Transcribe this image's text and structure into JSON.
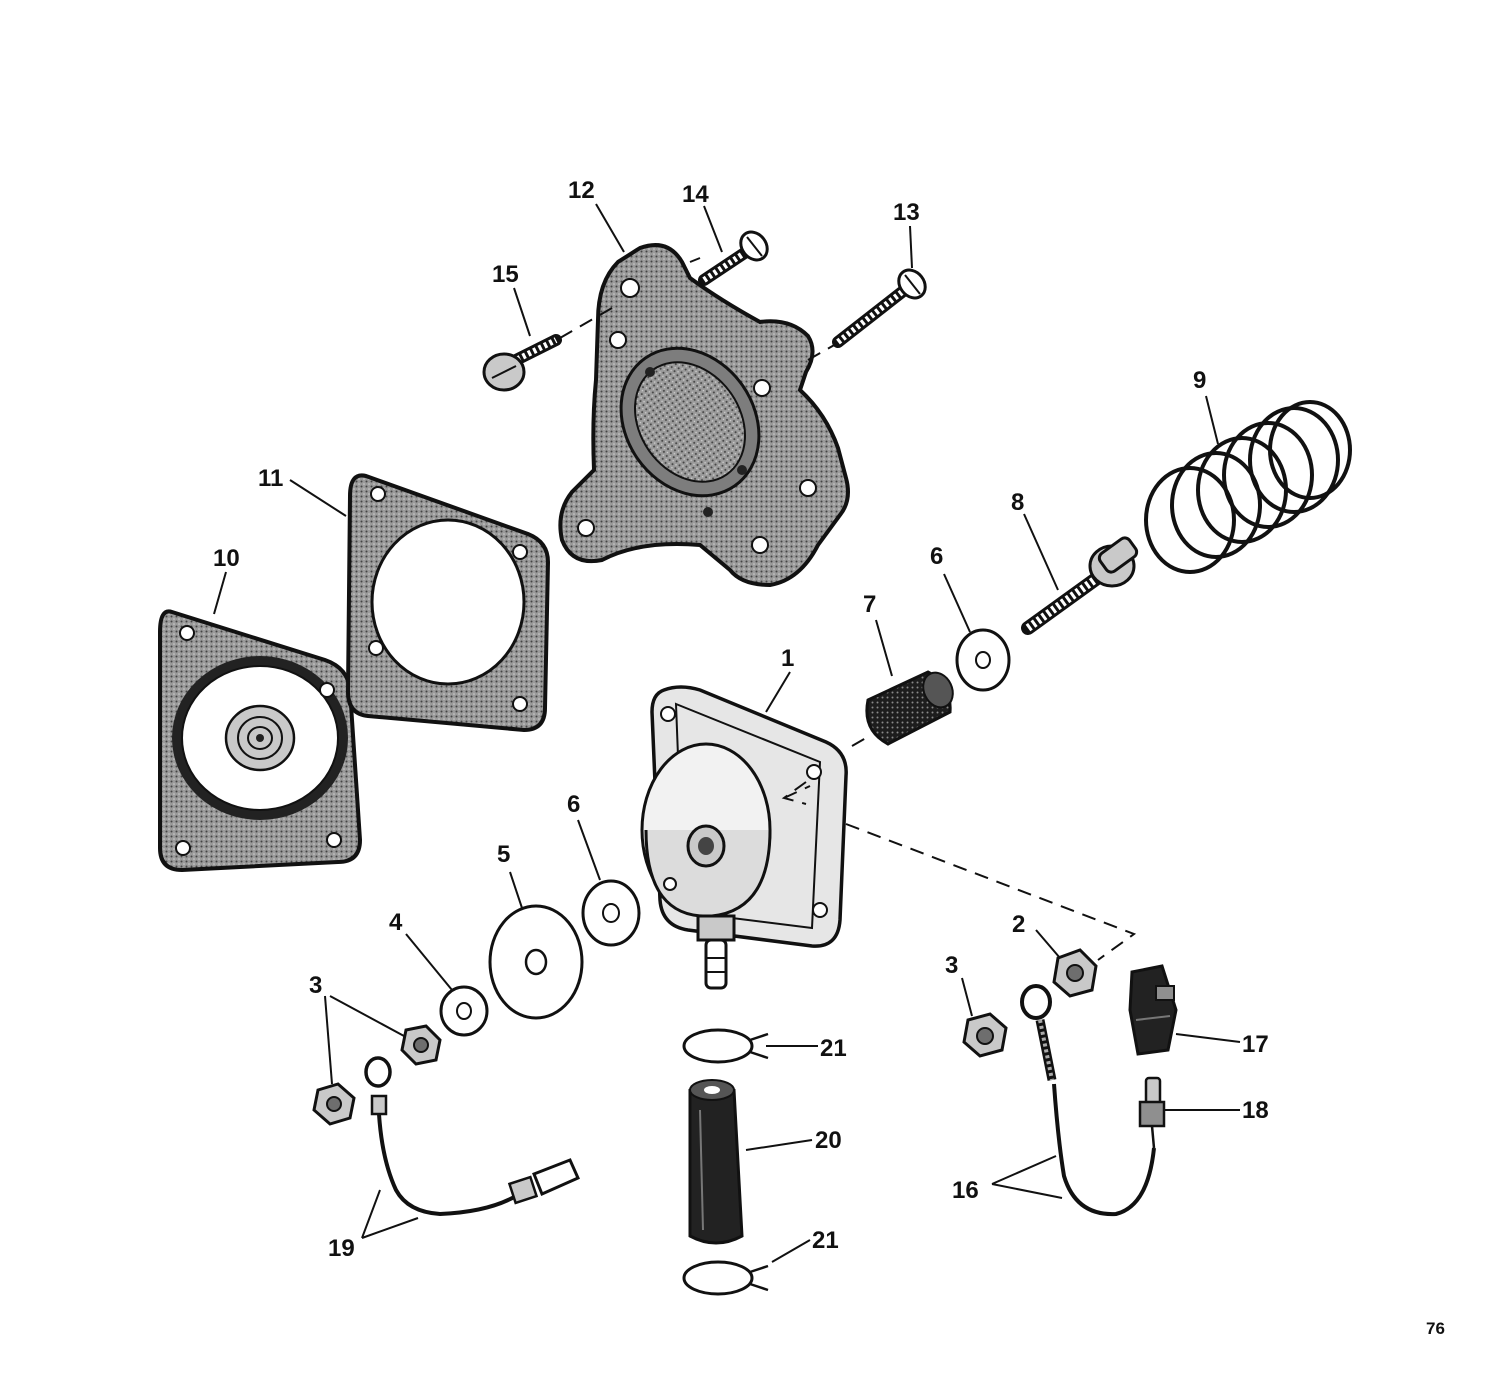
{
  "callouts": {
    "c1": "1",
    "c2": "2",
    "c3a": "3",
    "c3b": "3",
    "c4": "4",
    "c5": "5",
    "c6a": "6",
    "c6b": "6",
    "c7": "7",
    "c8": "8",
    "c9": "9",
    "c10": "10",
    "c11": "11",
    "c12": "12",
    "c13": "13",
    "c14": "14",
    "c15": "15",
    "c16": "16",
    "c17": "17",
    "c18": "18",
    "c19": "19",
    "c20": "20",
    "c21a": "21",
    "c21b": "21"
  },
  "page_number": "76"
}
